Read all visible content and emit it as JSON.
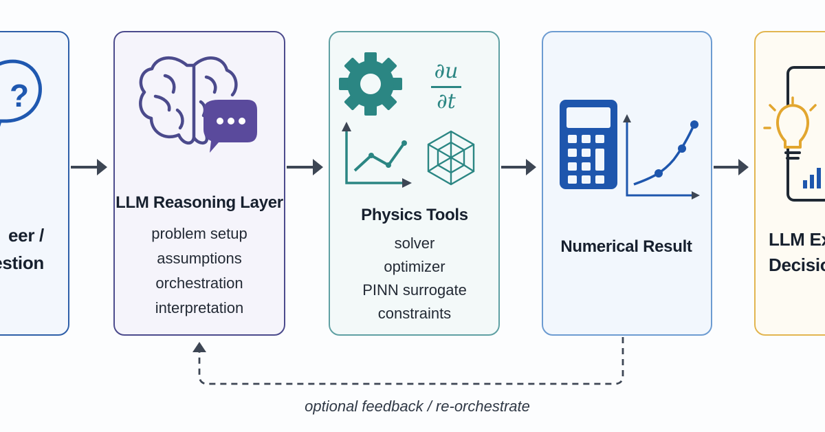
{
  "steps": [
    {
      "id": "question",
      "title_lines": [
        "eer /",
        "estion"
      ],
      "color": "#2d5ea8"
    },
    {
      "id": "llm-reasoning",
      "title": "LLM Reasoning Layer",
      "items": [
        "problem setup",
        "assumptions",
        "orchestration",
        "interpretation"
      ],
      "color": "#4b4a8c"
    },
    {
      "id": "physics-tools",
      "title": "Physics Tools",
      "formula_top": "∂u",
      "formula_bottom": "∂t",
      "items": [
        "solver",
        "optimizer",
        "PINN surrogate",
        "constraints"
      ],
      "color": "#2b8683"
    },
    {
      "id": "numerical-result",
      "title": "Numerical Result",
      "color": "#1e56ad"
    },
    {
      "id": "llm-explanation",
      "title_lines": [
        "LLM Exp",
        "Decisio"
      ],
      "color": "#e2b54f"
    }
  ],
  "feedback": {
    "label": "optional feedback / re-orchestrate"
  },
  "colors": {
    "arrow": "#3d4654",
    "dashed": "#3d4654"
  }
}
